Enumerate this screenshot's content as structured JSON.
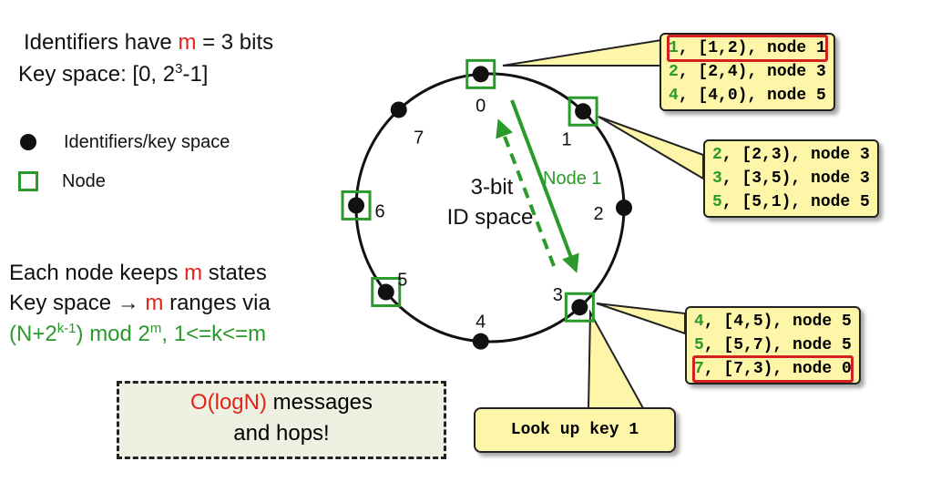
{
  "header": {
    "line1_pre": "Identifiers have ",
    "line1_m": "m",
    "line1_post": " = 3 bits",
    "line2_pre": "Key space: [0, 2",
    "line2_sup": "3",
    "line2_post": "-1]"
  },
  "legend": {
    "identifiers": "Identifiers/key space",
    "node": "Node"
  },
  "notes": {
    "line1_pre": "Each node keeps ",
    "line1_m": "m",
    "line1_post": " states",
    "line2_pre": "Key space → ",
    "line2_m": "m",
    "line2_post": " ranges via",
    "formula_a": "(N+2",
    "formula_sup1": "k-1",
    "formula_b": ") mod 2",
    "formula_sup2": "m",
    "formula_c": ", 1<=k<=m"
  },
  "ring": {
    "center_line1": "3-bit",
    "center_line2": "ID space",
    "arrow_label": "Node 1",
    "ids": [
      "0",
      "1",
      "2",
      "3",
      "4",
      "5",
      "6",
      "7"
    ],
    "nodes": [
      "0",
      "1",
      "3",
      "5",
      "6"
    ]
  },
  "tables": {
    "node0": [
      {
        "key": "1",
        "rest": ", [1,2), node 1",
        "highlight": true
      },
      {
        "key": "2",
        "rest": ", [2,4), node 3",
        "highlight": false
      },
      {
        "key": "4",
        "rest": ", [4,0), node 5",
        "highlight": false
      }
    ],
    "node1": [
      {
        "key": "2",
        "rest": ", [2,3), node 3",
        "highlight": false
      },
      {
        "key": "3",
        "rest": ", [3,5), node 3",
        "highlight": false
      },
      {
        "key": "5",
        "rest": ", [5,1), node 5",
        "highlight": false
      }
    ],
    "node3": [
      {
        "key": "4",
        "rest": ", [4,5), node 5",
        "highlight": false
      },
      {
        "key": "5",
        "rest": ", [5,7), node 5",
        "highlight": false
      },
      {
        "key": "7",
        "rest": ", [7,3), node 0",
        "highlight": true
      }
    ]
  },
  "lookup": "Look up key 1",
  "summary": {
    "line1_pre": "O(logN)",
    "line1_post": " messages",
    "line2": "and hops!"
  },
  "colors": {
    "accent_red": "#e1241b",
    "accent_green": "#2a9a2a",
    "callout_fill": "#fdf6a8"
  }
}
